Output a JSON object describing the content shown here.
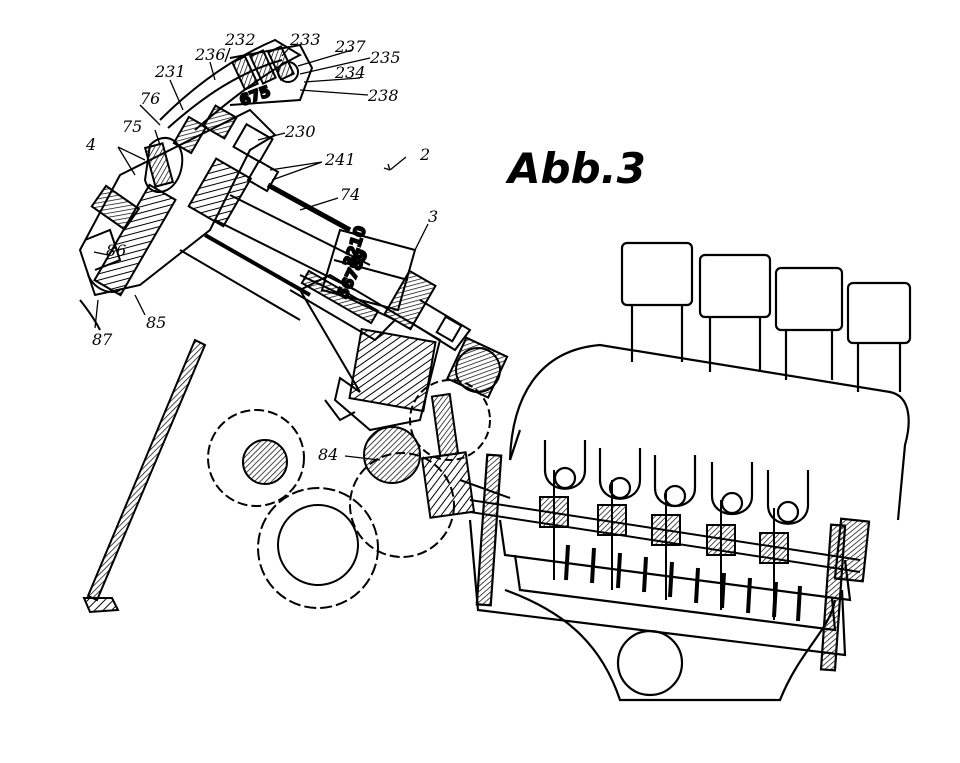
{
  "figure": {
    "title": "Abb.3",
    "drum_digits_top": "3210",
    "drum_digits_bottom": "56789",
    "upper_wheel_digits": "675"
  },
  "reference_numerals": {
    "r2": "2",
    "r3": "3",
    "r4": "4",
    "r74": "74",
    "r75": "75",
    "r76": "76",
    "r84": "84",
    "r85": "85",
    "r86": "86",
    "r87": "87",
    "r230": "230",
    "r231": "231",
    "r232": "232",
    "r233": "233",
    "r234": "234",
    "r235": "235",
    "r236": "236",
    "r237": "237",
    "r238": "238",
    "r241": "241"
  },
  "colors": {
    "ink": "#000000",
    "paper": "#ffffff"
  }
}
